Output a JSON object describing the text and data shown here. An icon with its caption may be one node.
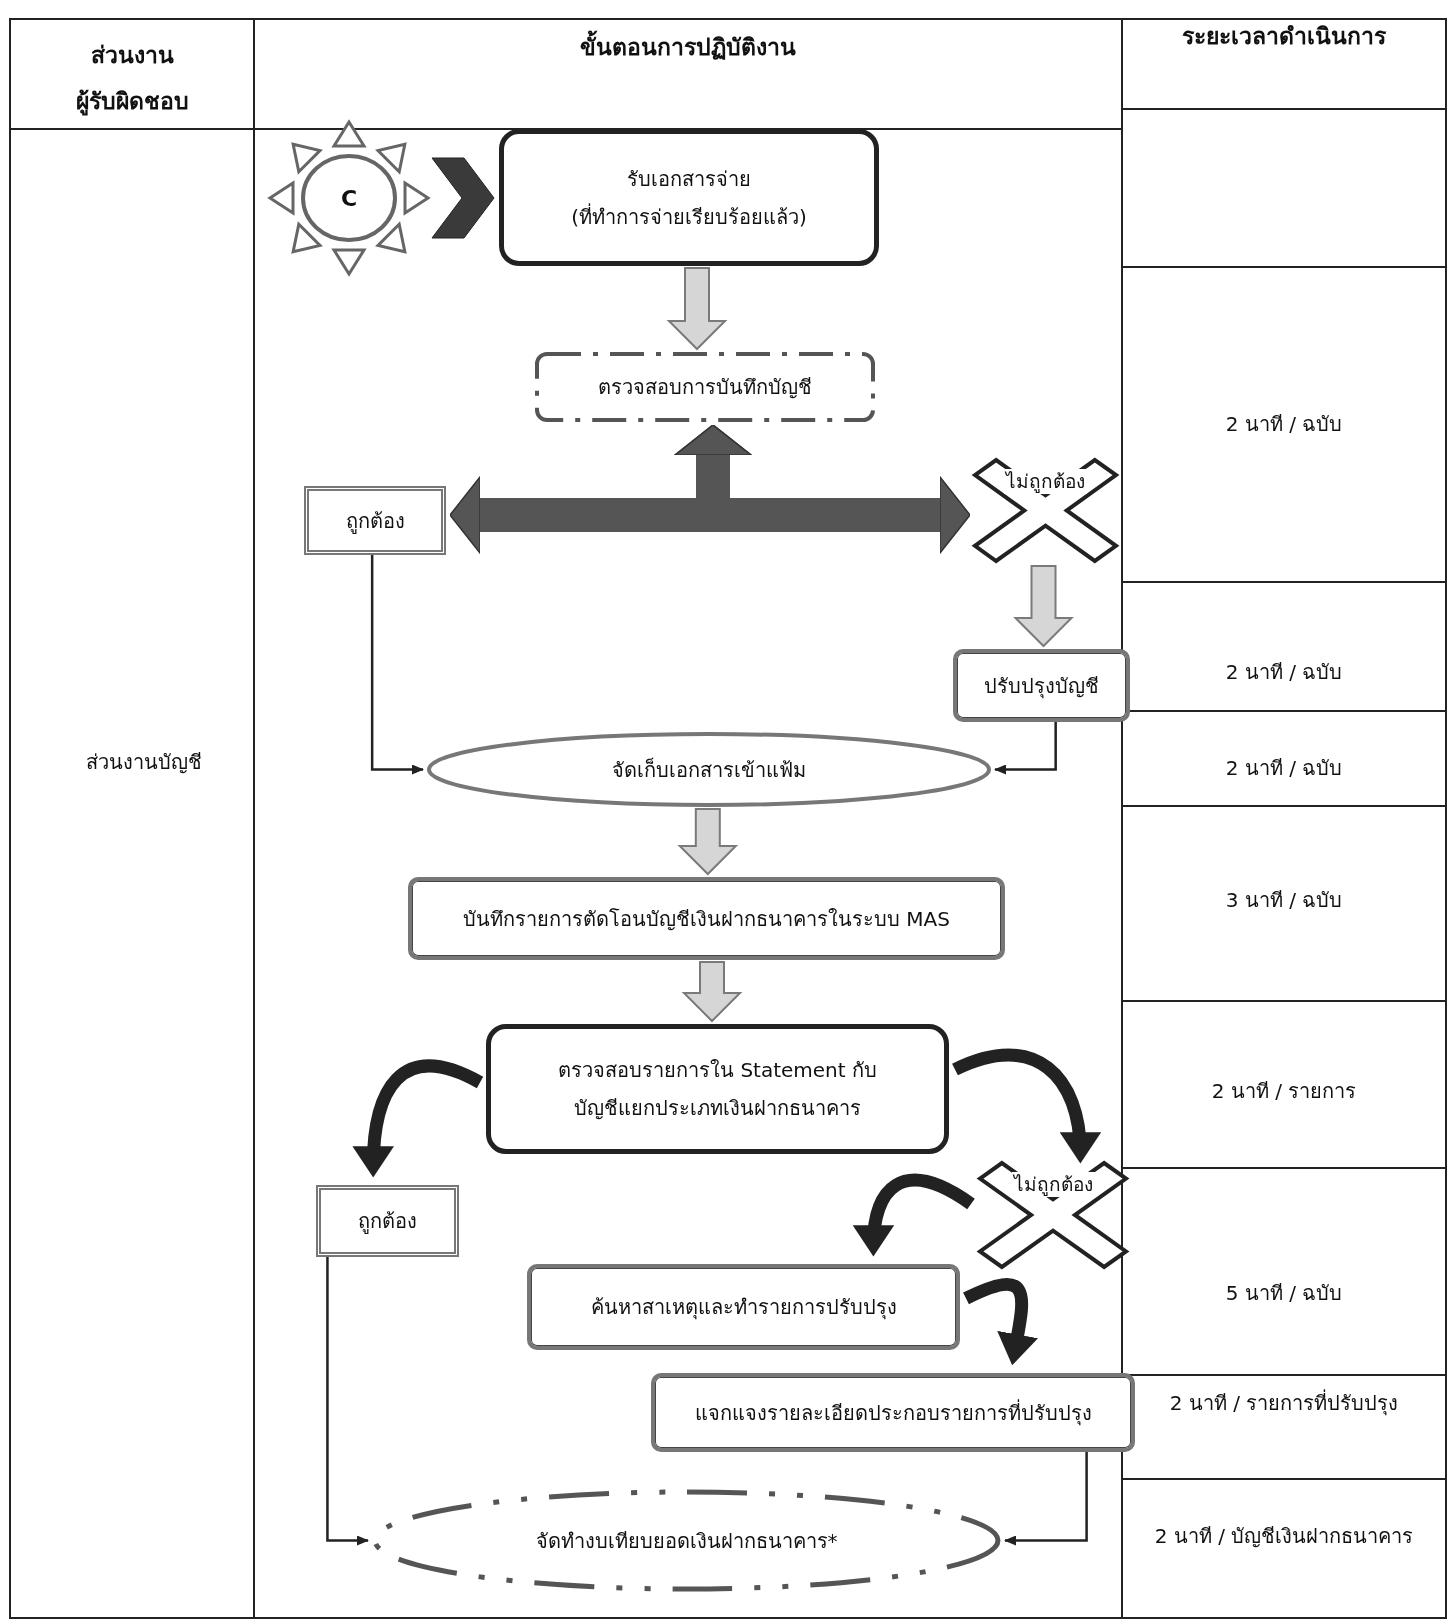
{
  "diagram": {
    "nodes": [
      {
        "text": [
          "C"
        ]
      },
      {
        "text": [
          "รับเอกสารจ่าย",
          "(ที่ทำการจ่ายเรียบร้อยแล้ว)"
        ]
      },
      {
        "text": [
          "ตรวจสอบการบันทึกบัญชี"
        ]
      },
      {
        "text": [
          "ถูกต้อง"
        ]
      },
      {
        "text": [
          "ไม่ถูกต้อง"
        ]
      },
      {
        "text": [
          "ปรับปรุงบัญชี"
        ]
      },
      {
        "text": [
          "จัดเก็บเอกสารเข้าแฟ้ม"
        ]
      },
      {
        "text": [
          "บันทึกรายการตัดโอนบัญชีเงินฝากธนาคารในระบบ MAS"
        ]
      },
      {
        "text": [
          "ตรวจสอบรายการใน Statement กับ บัญชีแยกประเภทเงินฝากธนาคาร"
        ]
      },
      {
        "text": [
          "ถูกต้อง"
        ]
      },
      {
        "text": [
          "ไม่ถูกต้อง"
        ]
      },
      {
        "text": [
          "ค้นหาสาเหตุและทำรายการปรับปรุง"
        ]
      },
      {
        "text": [
          "แจกแจงรายละเอียดประกอบรายการที่ปรับปรุง"
        ]
      },
      {
        "text": [
          "จัดทำงบเทียบยอดเงินฝากธนาคาร*"
        ]
      }
    ],
    "edges": [
      {
        "from": 0,
        "to": 1,
        "arrow": "to"
      },
      {
        "from": 1,
        "to": 2,
        "arrow": "to"
      },
      {
        "from": 2,
        "to": 3,
        "arrow": "both",
        "style": "thick"
      },
      {
        "from": 2,
        "to": 4,
        "arrow": "both",
        "style": "thick"
      },
      {
        "from": 4,
        "to": 5,
        "arrow": "to"
      },
      {
        "from": 3,
        "to": 6,
        "arrow": "to"
      },
      {
        "from": 5,
        "to": 6,
        "arrow": "to"
      },
      {
        "from": 6,
        "to": 7,
        "arrow": "to"
      },
      {
        "from": 7,
        "to": 8,
        "arrow": "to"
      },
      {
        "from": 8,
        "to": 9,
        "arrow": "to"
      },
      {
        "from": 8,
        "to": 10,
        "arrow": "to"
      },
      {
        "from": 10,
        "to": 11,
        "arrow": "to"
      },
      {
        "from": 11,
        "to": 12,
        "arrow": "to"
      },
      {
        "from": 9,
        "to": 13,
        "arrow": "to"
      },
      {
        "from": 12,
        "to": 13,
        "arrow": "to"
      }
    ],
    "labels": [
      "ส่วนงาน ผู้รับผิดชอบ",
      "ขั้นตอนการปฏิบัติงาน",
      "ระยะเวลาดำเนินการ",
      "ส่วนงานบัญชี",
      "2 นาที / ฉบับ",
      "2 นาที / ฉบับ",
      "2 นาที / ฉบับ",
      "3 นาที / ฉบับ",
      "2 นาที / รายการ",
      "5 นาที / ฉบับ",
      "2 นาที / รายการที่ปรับปรุง",
      "2 นาที / บัญชีเงินฝากธนาคาร"
    ]
  }
}
